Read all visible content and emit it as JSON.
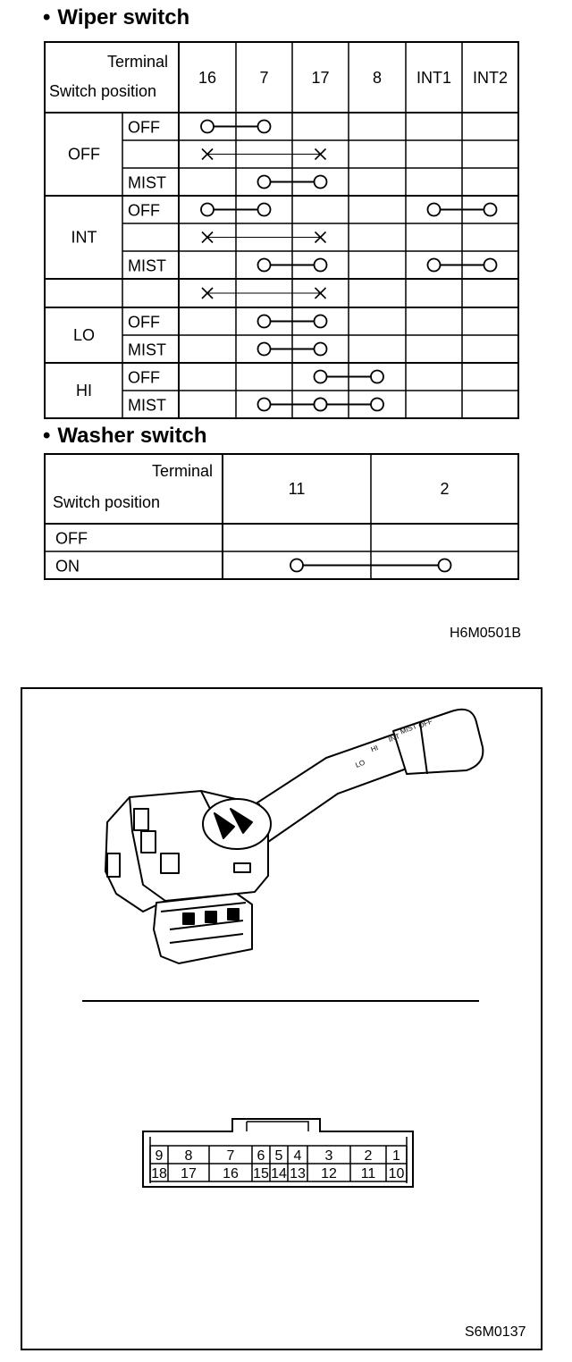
{
  "wiper": {
    "title": "Wiper switch",
    "header_terminal": "Terminal",
    "header_position": "Switch position",
    "terminals": [
      "16",
      "7",
      "17",
      "8",
      "INT1",
      "INT2"
    ],
    "groups": [
      "OFF",
      "INT",
      "",
      "LO",
      "HI"
    ],
    "subpositions": [
      "OFF",
      "",
      "MIST",
      "OFF",
      "",
      "MIST",
      "",
      "OFF",
      "MIST",
      "OFF",
      "MIST"
    ],
    "continuity_rows": [
      [
        [
          "16",
          "7",
          "line"
        ]
      ],
      [
        [
          "16",
          "17",
          "cross"
        ]
      ],
      [
        [
          "7",
          "17",
          "line"
        ]
      ],
      [
        [
          "16",
          "7",
          "line"
        ],
        [
          "INT1",
          "INT2",
          "line"
        ]
      ],
      [
        [
          "16",
          "17",
          "cross"
        ]
      ],
      [
        [
          "7",
          "17",
          "line"
        ],
        [
          "INT1",
          "INT2",
          "line"
        ]
      ],
      [
        [
          "16",
          "17",
          "cross"
        ]
      ],
      [
        [
          "7",
          "17",
          "line"
        ]
      ],
      [
        [
          "7",
          "17",
          "line"
        ]
      ],
      [
        [
          "17",
          "8",
          "line"
        ]
      ],
      [
        [
          "7",
          "17",
          "line"
        ],
        [
          "17",
          "8",
          "line"
        ]
      ]
    ]
  },
  "washer": {
    "title": "Washer switch",
    "header_terminal": "Terminal",
    "header_position": "Switch position",
    "terminals": [
      "11",
      "2"
    ],
    "positions": [
      "OFF",
      "ON"
    ],
    "continuity_rows": [
      [],
      [
        [
          "11",
          "2",
          "line"
        ]
      ]
    ]
  },
  "refs": {
    "table_code": "H6M0501B",
    "figure_code": "S6M0137"
  },
  "connector": {
    "top_row": [
      "9",
      "8",
      "7",
      "6",
      "5",
      "4",
      "3",
      "2",
      "1"
    ],
    "bottom_row": [
      "18",
      "17",
      "16",
      "15",
      "14",
      "13",
      "12",
      "11",
      "10"
    ]
  },
  "lever_markings": [
    "LO",
    "HI",
    "INT",
    "MIST",
    "OFF"
  ]
}
